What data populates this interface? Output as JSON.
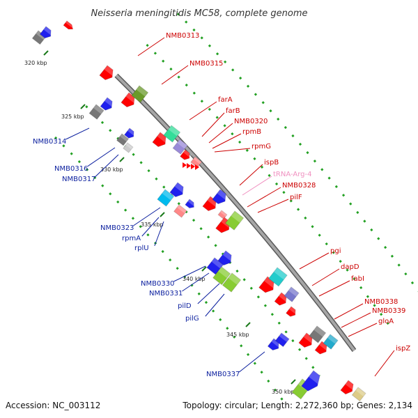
{
  "title": "Neisseria meningitidis MC58, complete genome",
  "footer": {
    "accession": "Accession: NC_003112",
    "topology": "Topology: circular; Length: 2,272,360 bp; Genes: 2,134"
  },
  "colors": {
    "backbone": "#8c8c8c",
    "forward_label": "#cc0000",
    "reverse_label": "#0a1e9e",
    "trna_label": "#f090c0",
    "forward_gene": "#ff0000",
    "reverse_gene": "#0000ff",
    "tick": "#33a02c"
  },
  "ticks": [
    "320 kbp",
    "325 kbp",
    "330 kbp",
    "335 kbp",
    "340 kbp",
    "345 kbp",
    "350 kbp"
  ],
  "labels_forward": [
    "NMB0313",
    "NMB0315",
    "farA",
    "farB",
    "NMB0320",
    "rpmB",
    "rpmG",
    "ispB",
    "tRNA-Arg-4",
    "NMB0328",
    "pilF",
    "pgi",
    "dapD",
    "fabI",
    "NMB0338",
    "NMB0339",
    "gloA",
    "ispZ"
  ],
  "labels_reverse": [
    "NMB0314",
    "NMB0316",
    "NMB0317",
    "NMB0323",
    "rpmA",
    "rplU",
    "NMB0330",
    "NMB0331",
    "pilD",
    "pilG",
    "NMB0337"
  ]
}
